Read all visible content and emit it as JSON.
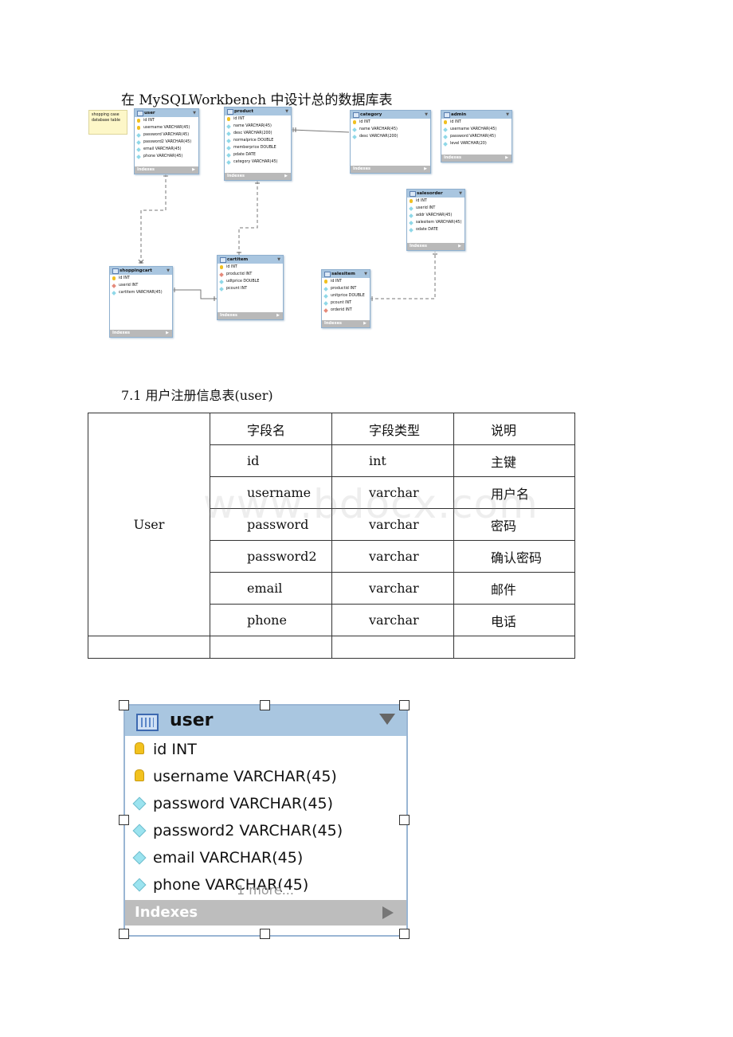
{
  "heading": "在 MySQLWorkbench 中设计总的数据库表",
  "diagram": {
    "note": [
      "shopping case",
      "database table"
    ],
    "tables": {
      "user": {
        "name": "user",
        "columns": [
          "id INT",
          "username VARCHAR(45)",
          "password VARCHAR(45)",
          "password2 VARCHAR(45)",
          "email VARCHAR(45)",
          "phone VARCHAR(45)"
        ],
        "indexes": "Indexes"
      },
      "product": {
        "name": "product",
        "columns": [
          "id INT",
          "name VARCHAR(45)",
          "desc VARCHAR(200)",
          "normalprice DOUBLE",
          "memberprice DOUBLE",
          "pdate DATE",
          "category VARCHAR(45)"
        ],
        "indexes": "Indexes"
      },
      "category": {
        "name": "category",
        "columns": [
          "id INT",
          "name VARCHAR(45)",
          "desc VARCHAR(200)"
        ],
        "indexes": "Indexes"
      },
      "admin": {
        "name": "admin",
        "columns": [
          "id INT",
          "username VARCHAR(45)",
          "password VARCHAR(45)",
          "level VARCHAR(20)"
        ],
        "indexes": "Indexes"
      },
      "salesorder": {
        "name": "salesorder",
        "columns": [
          "id INT",
          "userid INT",
          "addr VARCHAR(45)",
          "salesitem VARCHAR(45)",
          "odate DATE"
        ],
        "indexes": "Indexes"
      },
      "shoppingcart": {
        "name": "shoppingcart",
        "columns": [
          "id INT",
          "userid INT",
          "cartitem VARCHAR(45)"
        ],
        "indexes": "Indexes"
      },
      "cartitem": {
        "name": "cartitem",
        "columns": [
          "id INT",
          "productid INT",
          "udtprice DOUBLE",
          "pcount INT"
        ],
        "indexes": "Indexes"
      },
      "salesitem": {
        "name": "salesitem",
        "columns": [
          "id INT",
          "productid INT",
          "unitprice DOUBLE",
          "pcount INT",
          "orderid INT"
        ],
        "indexes": "Indexes"
      }
    }
  },
  "section_title": "7.1 用户注册信息表(user)",
  "field_table": {
    "entity": "User",
    "headers": [
      "字段名",
      "字段类型",
      "说明"
    ],
    "rows": [
      [
        "id",
        "int",
        "主键"
      ],
      [
        "username",
        "varchar",
        "用户名"
      ],
      [
        "password",
        "varchar",
        "密码"
      ],
      [
        "password2",
        "varchar",
        "确认密码"
      ],
      [
        "email",
        "varchar",
        "邮件"
      ],
      [
        "phone",
        "varchar",
        "电话"
      ]
    ]
  },
  "watermark": "www.bdocx.com",
  "detail_entity": {
    "name": "user",
    "columns": [
      "id INT",
      "username VARCHAR(45)",
      "password VARCHAR(45)",
      "password2 VARCHAR(45)",
      "email VARCHAR(45)",
      "phone VARCHAR(45)"
    ],
    "more": "1 more...",
    "indexes": "Indexes"
  }
}
